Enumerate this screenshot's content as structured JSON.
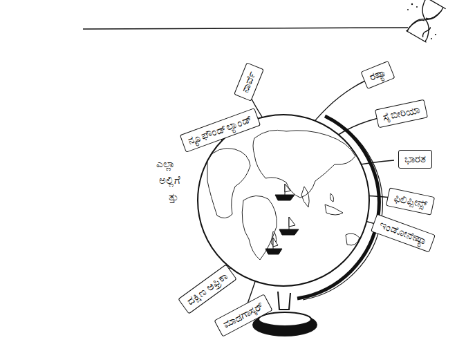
{
  "diagram": {
    "nodes": [
      {
        "text": [
          "ನಾರ್ವೆ"
        ]
      },
      {
        "text": [
          "ನ್ಯೂಫೌಂಡ್‌ಲ್ಯಾಂಡ್"
        ]
      },
      {
        "text": [
          "ರಷ್ಯಾ"
        ]
      },
      {
        "text": [
          "ಸೈಬೀರಿಯಾ"
        ]
      },
      {
        "text": [
          "ಭಾರತ"
        ]
      },
      {
        "text": [
          "ಫಿಲಿಪ್ಪೀನ್ಸ್"
        ]
      },
      {
        "text": [
          "ಇಂಡೋನೇಷ್ಯಾ"
        ]
      },
      {
        "text": [
          "ದಕ್ಷಿಣ ಆಫ್ರಿಕಾ"
        ]
      },
      {
        "text": [
          "ಮಾಡಗಾಸ್ಕರ್"
        ]
      }
    ],
    "labels": [
      "ಎಲ್ಲಾ",
      "ಅಲ್ಲಿಗೆ",
      "ತ್ತು"
    ]
  }
}
